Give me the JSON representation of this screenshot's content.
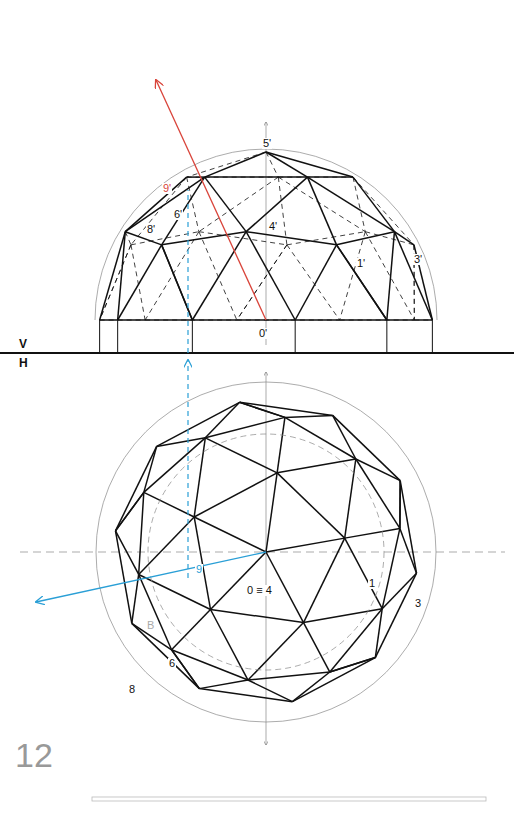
{
  "diagram": {
    "labels": [
      "5'",
      "4'",
      "9'",
      "6'",
      "8'",
      "1'",
      "3'",
      "0'",
      "V",
      "H",
      "9",
      "0 ≡ 4",
      "1",
      "3",
      "6",
      "8",
      "B",
      "12"
    ]
  }
}
